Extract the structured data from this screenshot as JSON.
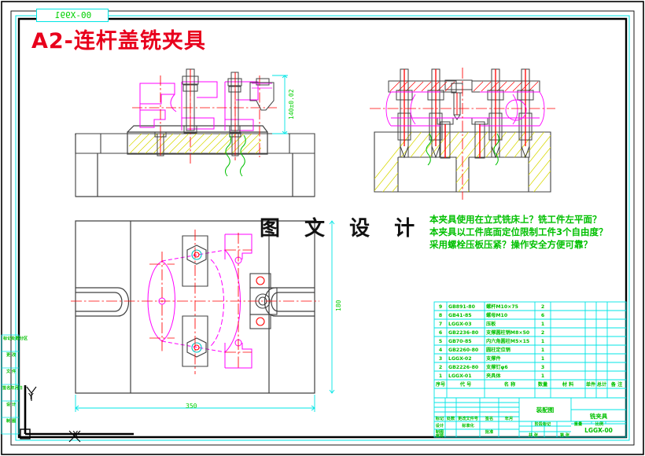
{
  "drawing": {
    "code_label": "00-X991",
    "title": "A2-连杆盖铣夹具",
    "watermark": "图 文 设 计",
    "notes": [
      "本夹具使用在立式铣床上？铣工件左平面？",
      "本夹具以工件底面定位限制工件3个自由度？",
      "采用螺栓压板压紧？操作安全方便可靠？"
    ],
    "dimensions": {
      "vertical_front": "140±0.02",
      "horizontal_plan": "350",
      "vertical_plan": "180"
    },
    "colors": {
      "title_red": "#e8001c",
      "green": "#00c000",
      "cyan": "#00e5e5",
      "magenta": "#ff00ff",
      "red_center": "#ff0000",
      "yellow_hatch": "#d8d800",
      "outline": "#404040"
    }
  },
  "axes": {
    "x_label": "X",
    "y_label": "Y"
  },
  "left_panel": {
    "rows": [
      "标记处数分区",
      "更 改",
      "文 件",
      "签名年月日",
      "设 计",
      "制 图"
    ]
  },
  "parts_list": {
    "headers": [
      "序号",
      "代  号",
      "名  称",
      "数量",
      "材  料",
      "单件",
      "总计",
      "备  注"
    ],
    "rows": [
      {
        "no": "9",
        "code": "GB891-80",
        "name": "螺杆M10×75",
        "qty": "2",
        "material": "",
        "unit": "",
        "total": "",
        "remark": ""
      },
      {
        "no": "8",
        "code": "GB41-85",
        "name": "螺母M10",
        "qty": "6",
        "material": "",
        "unit": "",
        "total": "",
        "remark": ""
      },
      {
        "no": "7",
        "code": "LGGX-03",
        "name": "压板",
        "qty": "1",
        "material": "",
        "unit": "",
        "total": "",
        "remark": ""
      },
      {
        "no": "6",
        "code": "GB2236-80",
        "name": "支撑圆柱销M8×50",
        "qty": "2",
        "material": "",
        "unit": "",
        "total": "",
        "remark": ""
      },
      {
        "no": "5",
        "code": "GB70-85",
        "name": "内六角圆柱M5×15",
        "qty": "1",
        "material": "",
        "unit": "",
        "total": "",
        "remark": ""
      },
      {
        "no": "4",
        "code": "GB2260-80",
        "name": "圆柱定位销",
        "qty": "1",
        "material": "",
        "unit": "",
        "total": "",
        "remark": ""
      },
      {
        "no": "3",
        "code": "LGGX-02",
        "name": "支撑件",
        "qty": "1",
        "material": "",
        "unit": "",
        "total": "",
        "remark": ""
      },
      {
        "no": "2",
        "code": "GB2226-80",
        "name": "支撑钉φ6",
        "qty": "3",
        "material": "",
        "unit": "",
        "total": "",
        "remark": ""
      },
      {
        "no": "1",
        "code": "LGGX-01",
        "name": "夹具体",
        "qty": "1",
        "material": "",
        "unit": "",
        "total": "",
        "remark": ""
      }
    ]
  },
  "title_block": {
    "drawing_type": "装配图",
    "part_name": "铣夹具",
    "drawing_number": "LGGX-00",
    "fields": {
      "mark": "标记",
      "count": "处数",
      "change_file": "更改文件号",
      "sign": "签名",
      "date": "年月",
      "design": "设计",
      "standard": "标准化",
      "stage": "阶段标记",
      "weight": "重量",
      "scale": "比例",
      "drawn": "制图",
      "checked": "审核",
      "approve": "批准",
      "sheet_count": "共 张",
      "sheet_no": "第 张",
      "one": "1"
    }
  }
}
